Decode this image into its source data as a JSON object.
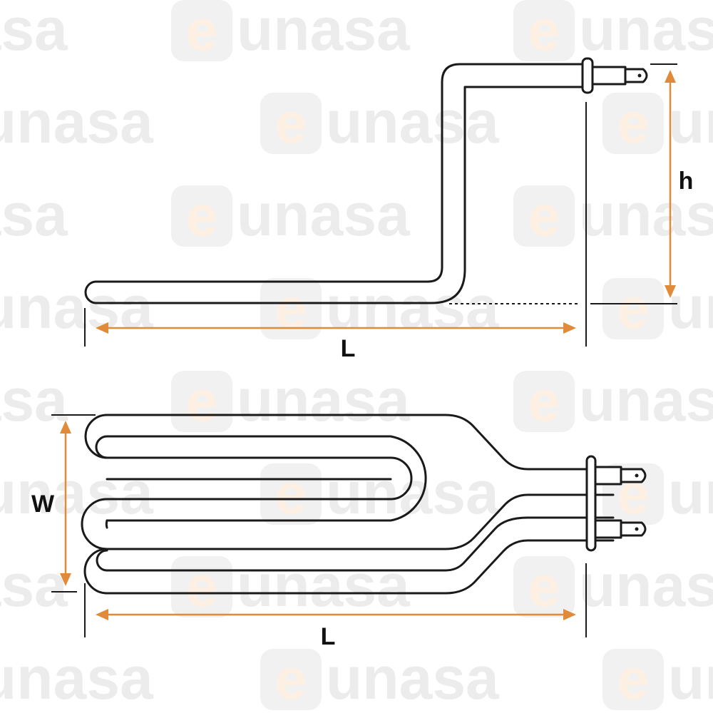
{
  "watermark": {
    "letter": "e",
    "text": "unasa",
    "accent_color": "#e08a3a",
    "gray_color": "#e6e6e6"
  },
  "side_view": {
    "height_label": "h",
    "length_label": "L"
  },
  "top_view": {
    "width_label": "W",
    "length_label": "L"
  },
  "colors": {
    "outline": "#1a1a1a",
    "dimension": "#e08a3a"
  }
}
